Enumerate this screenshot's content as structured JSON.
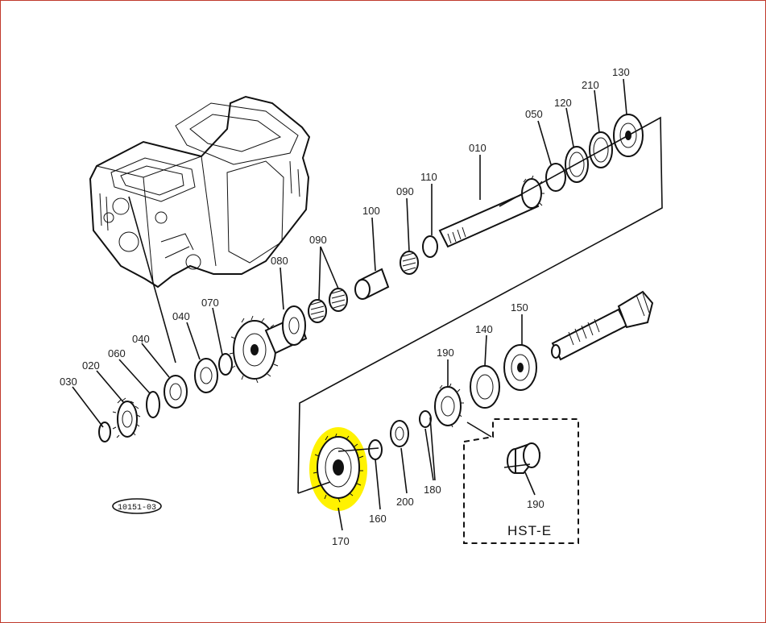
{
  "diagram": {
    "highlight_color": "#fff200",
    "border_color": "#c0392b",
    "stamp": "10151-03",
    "inset_tag": "HST-E",
    "labels": {
      "p010": "010",
      "p020": "020",
      "p030": "030",
      "p040a": "040",
      "p040b": "040",
      "p050": "050",
      "p060": "060",
      "p070": "070",
      "p080": "080",
      "p090a": "090",
      "p090b": "090",
      "p100": "100",
      "p110": "110",
      "p120": "120",
      "p130": "130",
      "p140": "140",
      "p150": "150",
      "p160": "160",
      "p170": "170",
      "p180": "180",
      "p190a": "190",
      "p190b": "190",
      "p200": "200",
      "p210": "210"
    }
  }
}
